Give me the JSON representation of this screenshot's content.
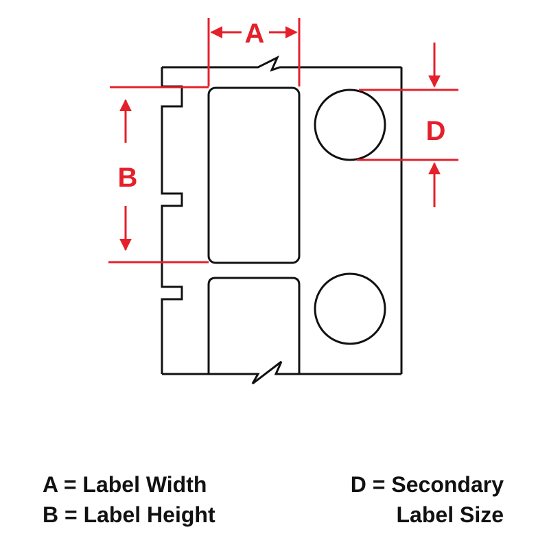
{
  "diagram": {
    "dimensions": {
      "a": "A",
      "b": "B",
      "d": "D"
    },
    "colors": {
      "accent": "#e4202b",
      "outline": "#111111"
    }
  },
  "legend": {
    "left": [
      "A = Label Width",
      "B = Label Height"
    ],
    "right": [
      "D = Secondary",
      "Label Size"
    ]
  }
}
